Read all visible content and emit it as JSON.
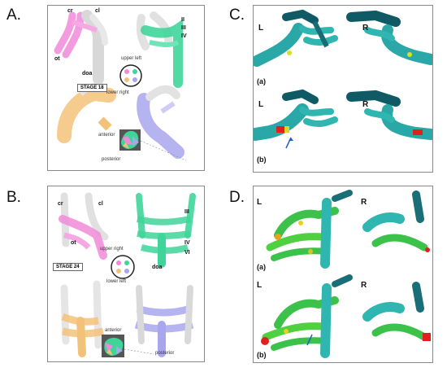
{
  "panels": {
    "A": {
      "letter": "A.",
      "labels": {
        "cr": "cr",
        "cl": "cl",
        "ot": "ot",
        "doa": "doa",
        "II": "II",
        "III": "III",
        "IV": "IV",
        "upper_left": "upper left",
        "lower_right": "lower right",
        "anterior": "anterior",
        "posterior": "posterior"
      },
      "stage": "STAGE 18"
    },
    "B": {
      "letter": "B.",
      "labels": {
        "cr": "cr",
        "cl": "cl",
        "ot": "ot",
        "doa": "doa",
        "III": "III",
        "IV": "IV",
        "VI": "VI",
        "upper_right": "upper right",
        "lower_left": "lower left",
        "anterior": "anterior",
        "posterior": "posterior"
      },
      "stage": "STAGE 24"
    },
    "C": {
      "letter": "C.",
      "L": "L",
      "R": "R",
      "sub_a": "(a)",
      "sub_b": "(b)"
    },
    "D": {
      "letter": "D.",
      "L": "L",
      "R": "R",
      "sub_a": "(a)",
      "sub_b": "(b)"
    }
  },
  "colors": {
    "pink": "#f08ad8",
    "green": "#3fd59a",
    "orange": "#f3c27a",
    "blue": "#a9a6ee",
    "teal": "#2aa8a8",
    "mesh_green": "#3cc24a"
  }
}
